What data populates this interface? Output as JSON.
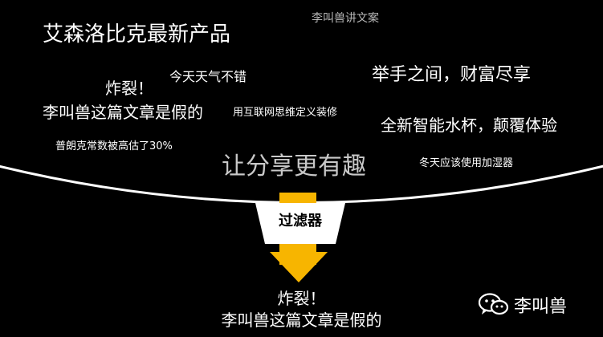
{
  "colors": {
    "background": "#000000",
    "text": "#ffffff",
    "muted_text": "#c8c8c8",
    "funnel": "#ffffff",
    "arrow": "#f7b500",
    "label_text": "#000000"
  },
  "scattered_phrases": {
    "aisen": "艾森洛比克最新产品",
    "watermark_top": "李叫兽讲文案",
    "weather": "今天天气不错",
    "wealth": "举手之间，财富尽享",
    "bombshell_line1": "炸裂！",
    "bombshell_line2": "李叫兽这篇文章是假的",
    "internet": "用互联网思维定义装修",
    "smart_cup": "全新智能水杯，颠覆体验",
    "planck": "普朗克常数被高估了30%",
    "winter": "冬天应该使用加湿器",
    "share_fun": "让分享更有趣"
  },
  "filter": {
    "label": "过滤器",
    "arrow_icon": "down-arrow"
  },
  "result": {
    "line1": "炸裂！",
    "line2": "李叫兽这篇文章是假的"
  },
  "brand": {
    "icon": "wechat-icon",
    "name": "李叫兽"
  }
}
